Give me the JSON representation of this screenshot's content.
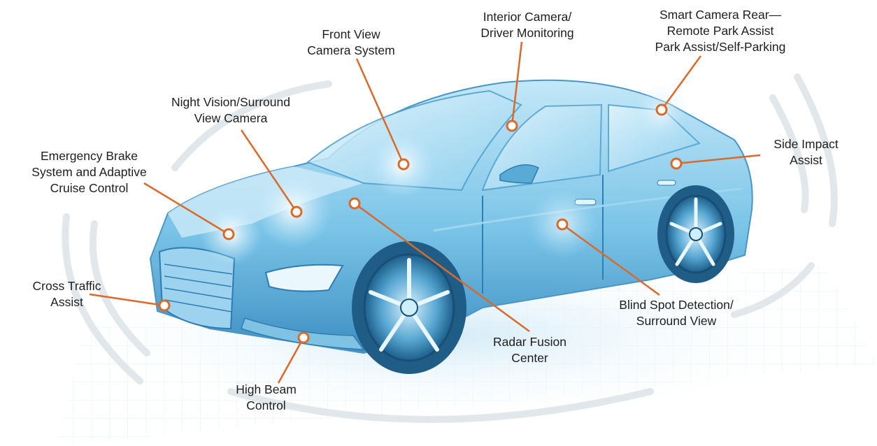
{
  "accent_color": "#d86a2a",
  "labels": {
    "front_view": [
      "Front View",
      "Camera System"
    ],
    "interior_camera": [
      "Interior Camera/",
      "Driver Monitoring"
    ],
    "smart_camera_rear": [
      "Smart Camera Rear—",
      "Remote Park Assist",
      "Park Assist/Self-Parking"
    ],
    "night_vision": [
      "Night Vision/Surround",
      "View Camera"
    ],
    "side_impact": [
      "Side Impact",
      "Assist"
    ],
    "emergency_brake": [
      "Emergency Brake",
      "System and Adaptive",
      "Cruise Control"
    ],
    "cross_traffic": [
      "Cross Traffic",
      "Assist"
    ],
    "blind_spot": [
      "Blind Spot Detection/",
      "Surround View"
    ],
    "radar_fusion": [
      "Radar Fusion",
      "Center"
    ],
    "high_beam": [
      "High Beam",
      "Control"
    ]
  }
}
